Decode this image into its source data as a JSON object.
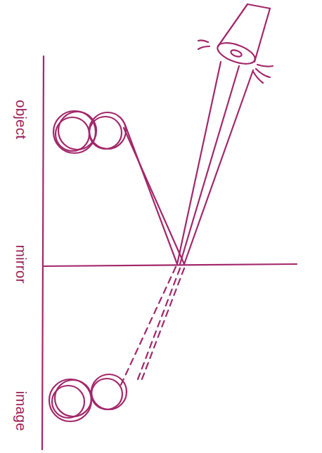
{
  "diagram": {
    "labels": [
      "object",
      "mirror",
      "image"
    ]
  }
}
